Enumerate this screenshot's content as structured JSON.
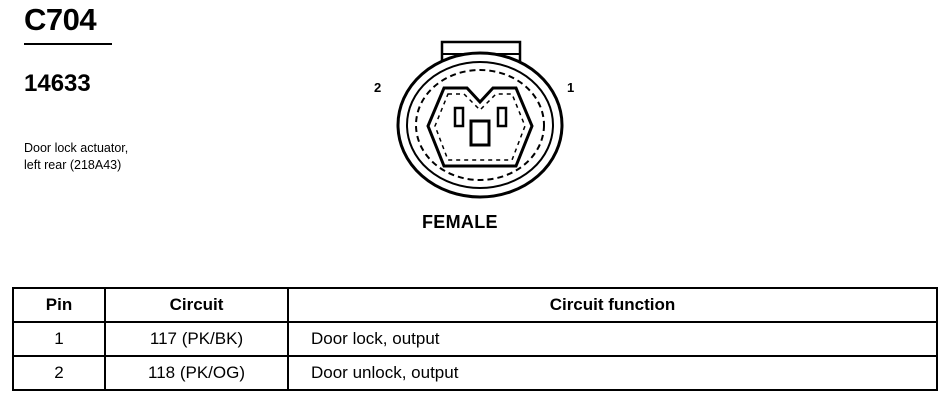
{
  "connector": {
    "id": "C704",
    "part_number": "14633",
    "description_lines": [
      "Door lock actuator,",
      "left rear (218A43)"
    ],
    "gender": "FEMALE",
    "pin_labels": {
      "left": "2",
      "right": "1"
    }
  },
  "table": {
    "headers": [
      "Pin",
      "Circuit",
      "Circuit function"
    ],
    "rows": [
      {
        "pin": "1",
        "circuit": "117 (PK/BK)",
        "function": "Door lock, output"
      },
      {
        "pin": "2",
        "circuit": "118 (PK/OG)",
        "function": "Door unlock, output"
      }
    ]
  }
}
